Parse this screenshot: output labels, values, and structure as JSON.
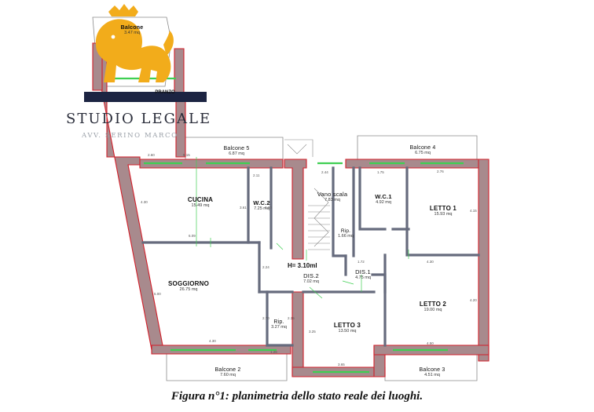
{
  "plan": {
    "rooms": [
      {
        "id": "balcone-top",
        "name": "Balcone",
        "area": "3.47 mq"
      },
      {
        "id": "balcone-5",
        "name": "Balcone 5",
        "area": "6.87 mq"
      },
      {
        "id": "balcone-4",
        "name": "Balcone 4",
        "area": "6.75 mq"
      },
      {
        "id": "cucina",
        "name": "CUCINA",
        "area": "15.49 mq"
      },
      {
        "id": "wc2",
        "name": "W.C.2",
        "area": "7.25 mq"
      },
      {
        "id": "vano-scala",
        "name": "Vano scala",
        "area": "7.83 mq"
      },
      {
        "id": "wc1",
        "name": "W.C.1",
        "area": "4.92 mq"
      },
      {
        "id": "letto1",
        "name": "LETTO 1",
        "area": "15.93 mq"
      },
      {
        "id": "rip-top",
        "name": "Rip.",
        "area": "1.66 mq"
      },
      {
        "id": "soggiorno",
        "name": "SOGGIORNO",
        "area": "26.75 mq"
      },
      {
        "id": "dis2",
        "name": "DIS.2",
        "area": "7.02 mq"
      },
      {
        "id": "dis1",
        "name": "DIS.1",
        "area": "4.75 mq"
      },
      {
        "id": "letto2",
        "name": "LETTO 2",
        "area": "19.00 mq"
      },
      {
        "id": "rip-bottom",
        "name": "Rip.",
        "area": "3.27 mq"
      },
      {
        "id": "letto3",
        "name": "LETTO 3",
        "area": "13.50 mq"
      },
      {
        "id": "balcone-2",
        "name": "Balcone 2",
        "area": "7.60 mq"
      },
      {
        "id": "balcone-3",
        "name": "Balcone 3",
        "area": "4.51 mq"
      }
    ],
    "height_note": "H= 3.10ml",
    "cut_label": "PRANZO",
    "dimensions": [
      "2.60",
      "5.15",
      "2.11",
      "2.44",
      "1.75",
      "2.76",
      "3.61",
      "3.20",
      "6.09",
      "4.15",
      "1.72",
      "4.30",
      "5.00",
      "2.24",
      "2.70",
      "2.15",
      "4.30",
      "4.50",
      "1.26",
      "3.25",
      "4.20",
      "3.65",
      "4.30"
    ]
  },
  "logo": {
    "title": "STUDIO LEGALE",
    "subtitle": "AVV. SERINO MARCO"
  },
  "caption": "Figura n°1: planimetria dello stato reale dei luoghi.",
  "colors": {
    "wall_fill": "#a88a8d",
    "wall_stroke": "#d21f2a",
    "window": "#3fcf52",
    "partition": "#666b7d",
    "logo_gold": "#f2ac1b",
    "logo_navy": "#1c2442"
  }
}
